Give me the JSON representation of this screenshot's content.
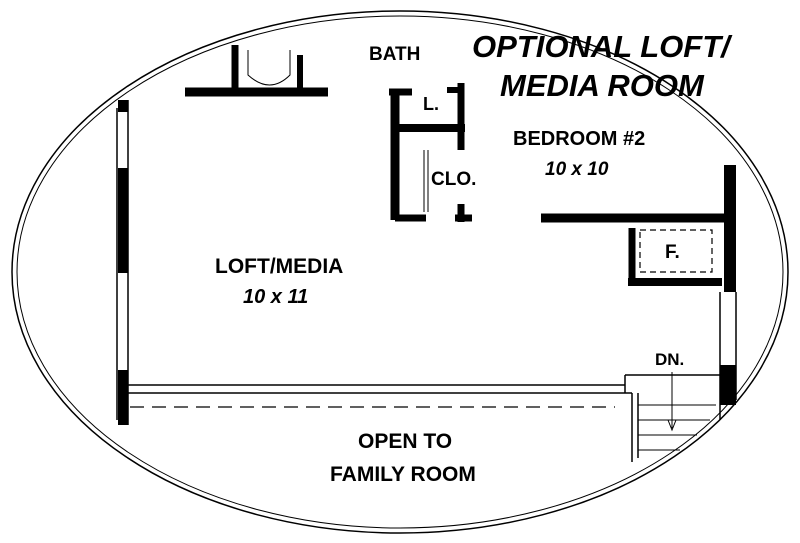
{
  "title": {
    "line1": "OPTIONAL LOFT/",
    "line2": "MEDIA ROOM"
  },
  "rooms": {
    "bath": "BATH",
    "laundry": "L.",
    "closet": "CLO.",
    "bedroom2_name": "BEDROOM #2",
    "bedroom2_size": "10 x 10",
    "fireplace": "F.",
    "loft_name": "LOFT/MEDIA",
    "loft_size": "10 x 11",
    "stairs": "DN.",
    "open_line1": "OPEN TO",
    "open_line2": "FAMILY ROOM"
  }
}
